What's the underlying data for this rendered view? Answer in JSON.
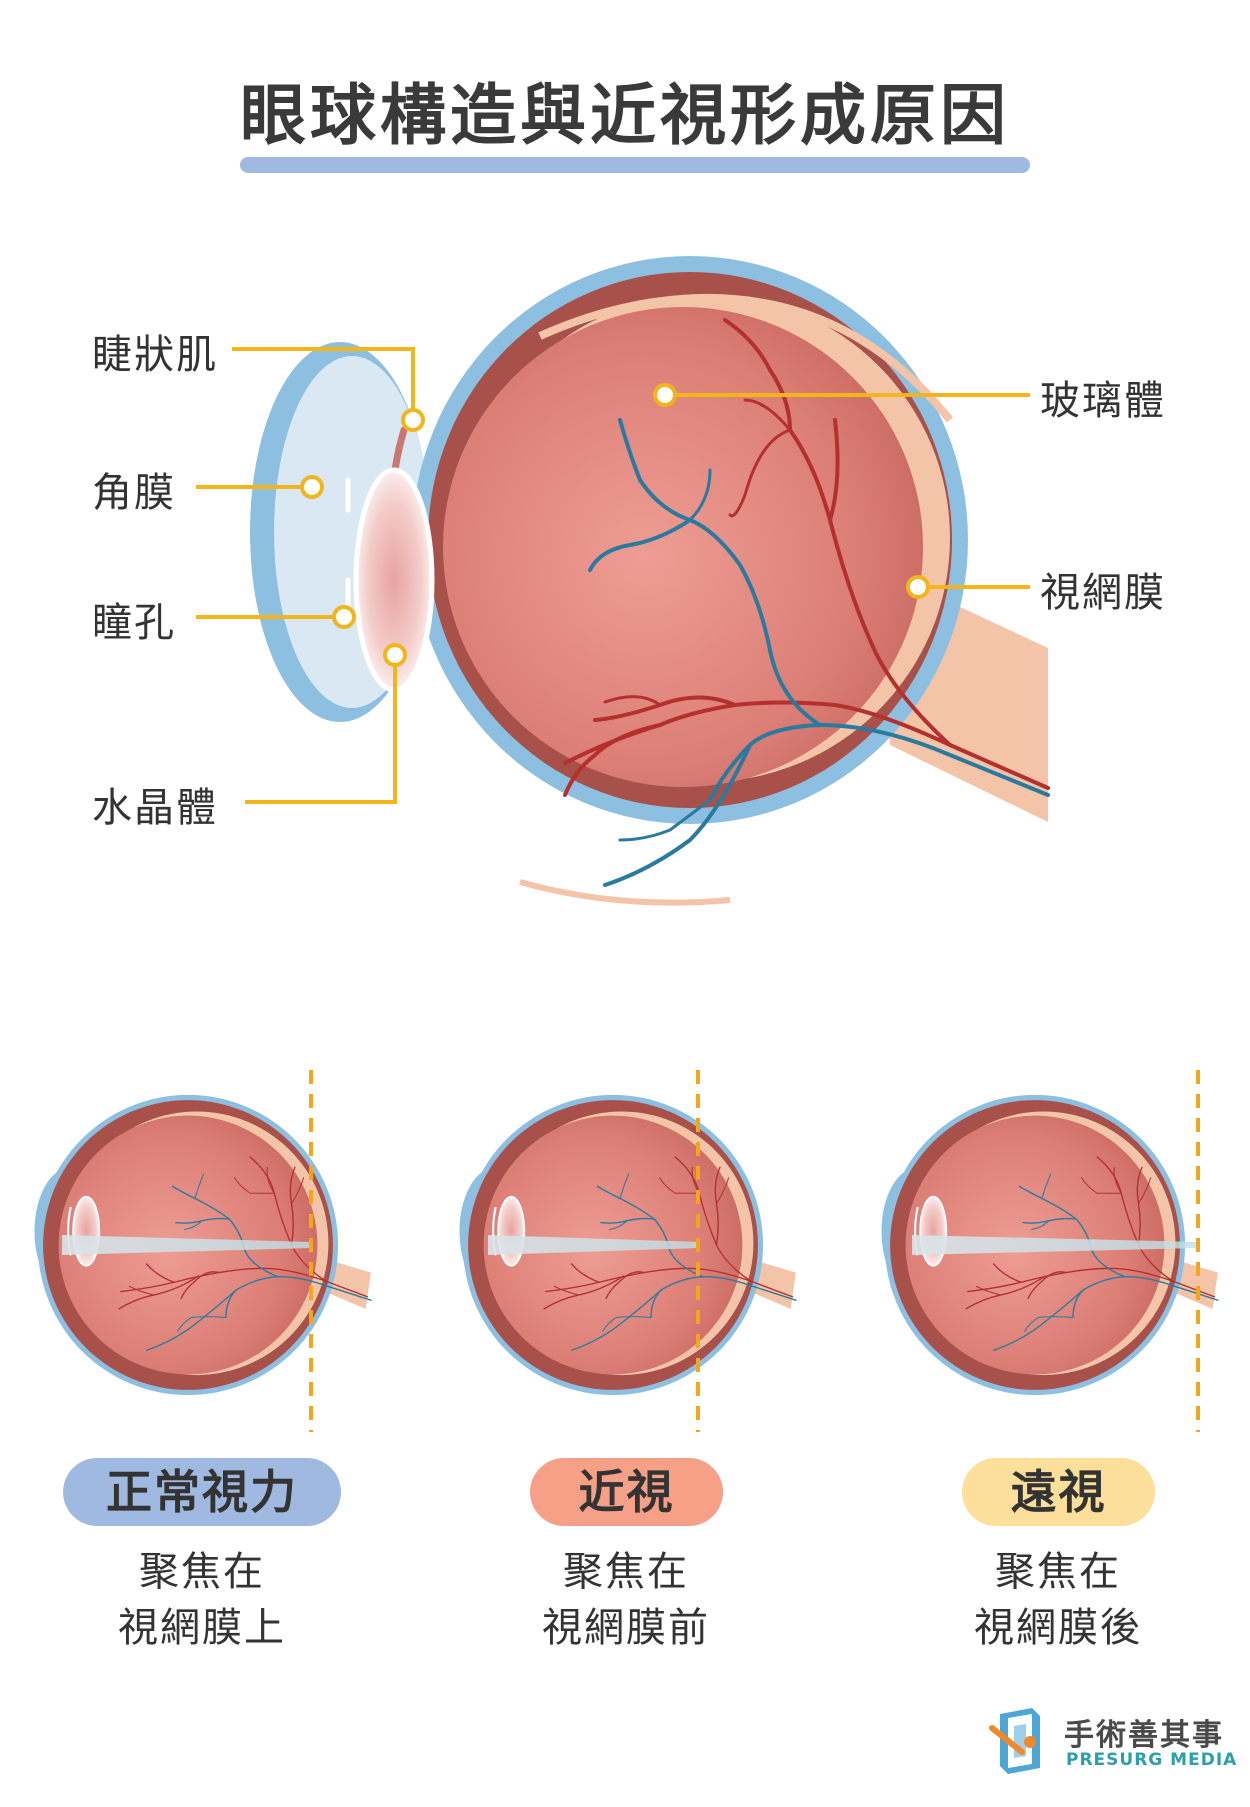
{
  "title": "眼球構造與近視形成原因",
  "labels": {
    "ciliary_muscle": "睫狀肌",
    "cornea": "角膜",
    "pupil": "瞳孔",
    "lens": "水晶體",
    "vitreous": "玻璃體",
    "retina": "視網膜"
  },
  "cases": [
    {
      "name": "正常視力",
      "caption_line1": "聚焦在",
      "caption_line2": "視網膜上",
      "color": "#9fb9e0"
    },
    {
      "name": "近視",
      "caption_line1": "聚焦在",
      "caption_line2": "視網膜前",
      "color": "#f6a088"
    },
    {
      "name": "遠視",
      "caption_line1": "聚焦在",
      "caption_line2": "視網膜後",
      "color": "#fcdf9a"
    }
  ],
  "brand": {
    "name_cn": "手術善其事",
    "name_en": "PRESURG MEDIA"
  },
  "colors": {
    "leader_line": "#f3b51c",
    "focus_line": "#f3a51c",
    "sclera": "#8dbfe0",
    "choroid": "#a8504a",
    "vitreous": "#e28a80",
    "retina_layer": "#f4c4a8",
    "artery": "#b3302e",
    "vein": "#2a7aa0"
  },
  "icons": [
    "ciliary-point-icon",
    "logo-icon"
  ]
}
